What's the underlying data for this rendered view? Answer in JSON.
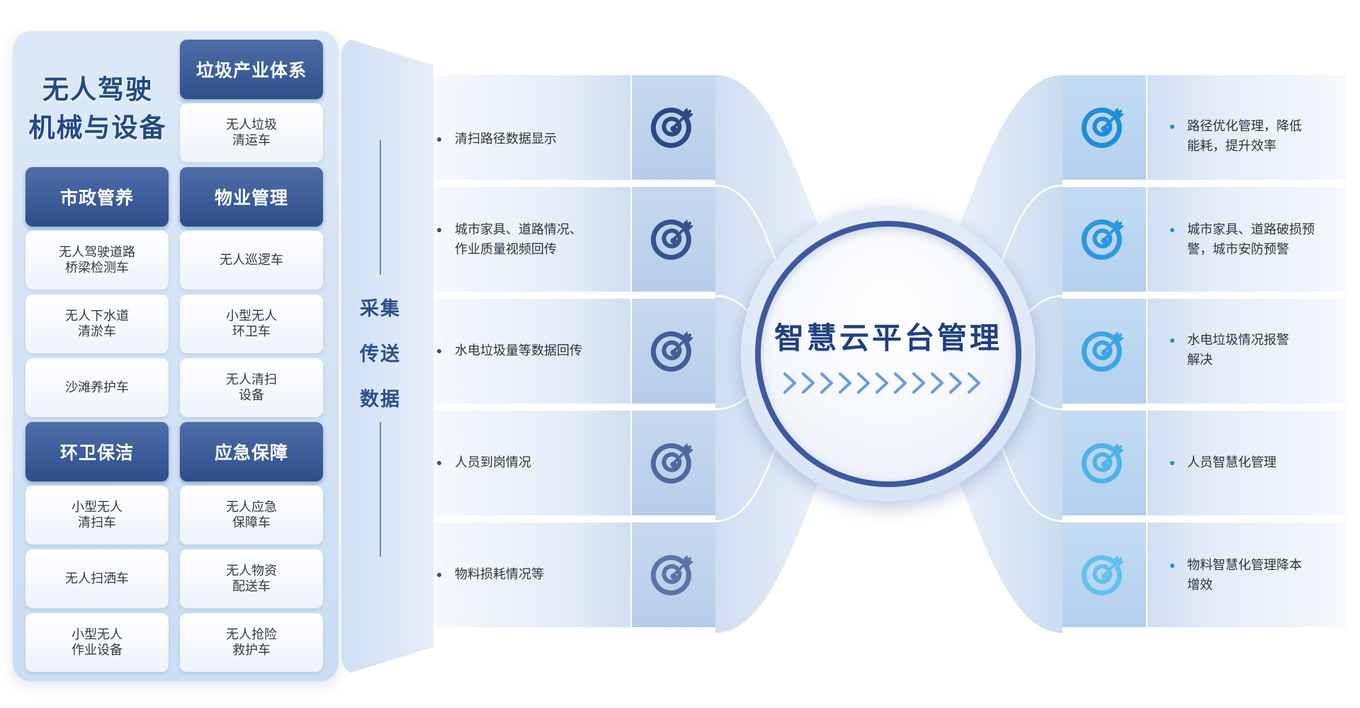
{
  "left_panel": {
    "title_line1": "无人驾驶",
    "title_line2": "机械与设备",
    "categories": [
      "垃圾产业体系",
      "市政管养",
      "物业管理",
      "环卫保洁",
      "应急保障"
    ],
    "items": [
      "无人垃圾\n清运车",
      "无人驾驶道路\n桥梁检测车",
      "无人巡逻车",
      "无人下水道\n清淤车",
      "小型无人\n环卫车",
      "沙滩养护车",
      "无人清扫\n设备",
      "小型无人\n清扫车",
      "无人应急\n保障车",
      "无人扫洒车",
      "无人物资\n配送车",
      "小型无人\n作业设备",
      "无人抢险\n救护车"
    ]
  },
  "collect": {
    "line1": "采集",
    "line2": "传送",
    "line3": "数据"
  },
  "left_items": [
    "清扫路径数据显示",
    "城市家具、道路情况、\n作业质量视频回传",
    "水电垃圾量等数据回传",
    "人员到岗情况",
    "物料损耗情况等"
  ],
  "center": {
    "title": "智慧云平台管理",
    "chevron_count": 11
  },
  "right_items": [
    "路径优化管理，降低\n能耗，提升效率",
    "城市家具、道路破损预\n警，城市安防预警",
    "水电垃圾情况报警\n解决",
    "人员智慧化管理",
    "物料智慧化管理降本\n增效"
  ],
  "colors": {
    "dark_blue": "#2e4f8c",
    "left_icons": [
      "#2a4a86",
      "#34548f",
      "#415f98",
      "#4d6aa0",
      "#5974a8"
    ],
    "right_icons": [
      "#1f8ed9",
      "#2a99e0",
      "#3aa6e6",
      "#4db3ec",
      "#62c1f1"
    ],
    "chevron": "#6d9be0"
  },
  "icons": {
    "target": "target-icon",
    "chevron": "chevron-right-icon"
  }
}
